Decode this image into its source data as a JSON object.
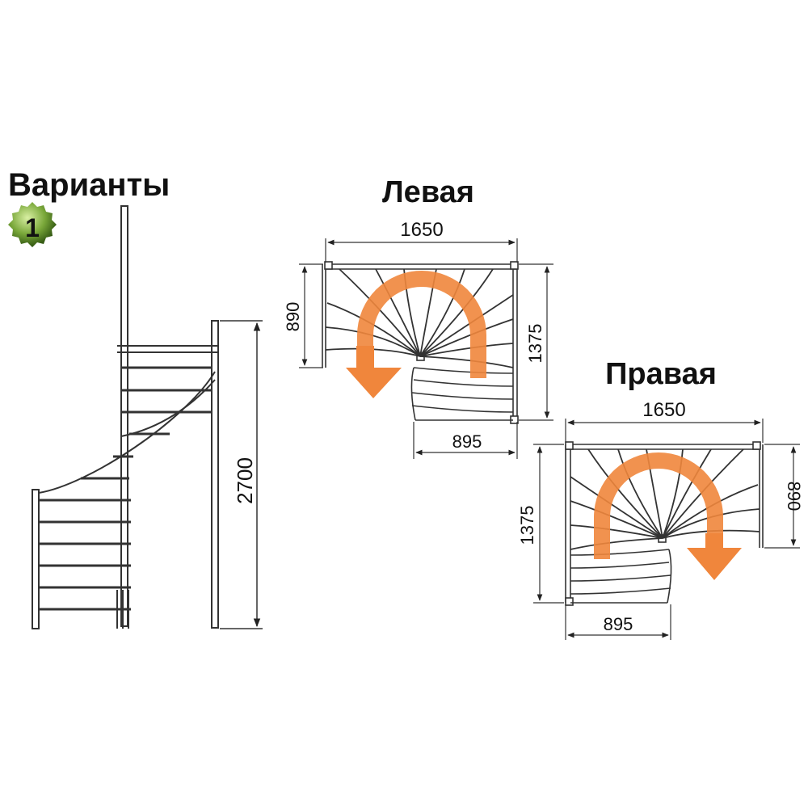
{
  "title": "Варианты",
  "variant_badge": "1",
  "left_plan": {
    "label": "Левая",
    "width": "1650",
    "upper_depth": "890",
    "total_depth": "1375",
    "bottom_width": "895"
  },
  "right_plan": {
    "label": "Правая",
    "width": "1650",
    "upper_depth": "890",
    "total_depth": "1375",
    "bottom_width": "895"
  },
  "elevation": {
    "height": "2700"
  },
  "colors": {
    "arrow": "#f0863c",
    "line": "#333333",
    "badge": "#4a7a1e"
  }
}
